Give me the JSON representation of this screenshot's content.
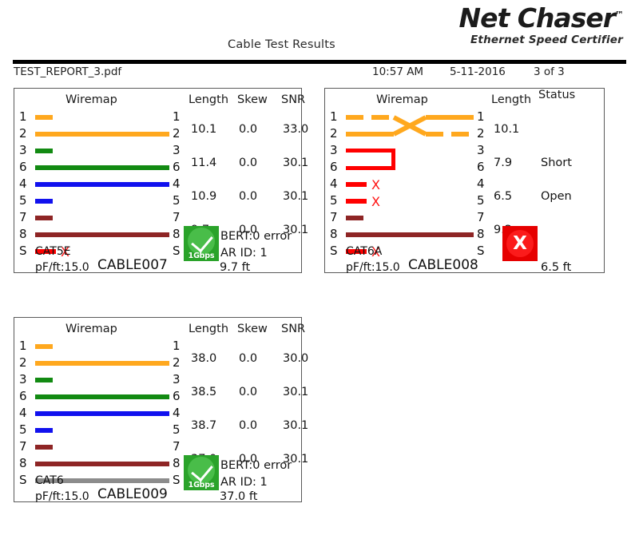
{
  "header": {
    "report_title": "Cable Test Results",
    "brand_name": "Net Chaser",
    "brand_tm": "™",
    "brand_sub": "Ethernet Speed Certifier",
    "file_name": "TEST_REPORT_3.pdf",
    "time": "10:57 AM",
    "date": "5-11-2016",
    "page": "3 of 3"
  },
  "colors": {
    "orange": "#FFA81E",
    "green": "#128A12",
    "blue": "#1111EE",
    "brown": "#8E2525",
    "gray": "#8C8C8C",
    "red": "#FF0000",
    "pass_green": "#2AA32A",
    "fail_red": "#E60000",
    "rule_black": "#000000"
  },
  "cards": [
    {
      "id": "card-0",
      "columns": [
        "Wiremap",
        "Length",
        "Skew",
        "SNR"
      ],
      "wires": [
        {
          "pin": "1",
          "color": "orange",
          "style": "dash",
          "kind": "line"
        },
        {
          "pin": "2",
          "color": "orange",
          "style": "solid",
          "kind": "line"
        },
        {
          "pin": "3",
          "color": "green",
          "style": "dash",
          "kind": "line"
        },
        {
          "pin": "6",
          "color": "green",
          "style": "solid",
          "kind": "line"
        },
        {
          "pin": "4",
          "color": "blue",
          "style": "solid",
          "kind": "line"
        },
        {
          "pin": "5",
          "color": "blue",
          "style": "dash",
          "kind": "line"
        },
        {
          "pin": "7",
          "color": "brown",
          "style": "dash",
          "kind": "line"
        },
        {
          "pin": "8",
          "color": "brown",
          "style": "solid",
          "kind": "line"
        },
        {
          "pin": "S",
          "color": "red",
          "style": "stub",
          "kind": "open"
        }
      ],
      "pairs": [
        {
          "length": "10.1",
          "skew": "0.0",
          "snr": "33.0",
          "status": ""
        },
        {
          "length": "11.4",
          "skew": "0.0",
          "snr": "30.1",
          "status": ""
        },
        {
          "length": "10.9",
          "skew": "0.0",
          "snr": "30.1",
          "status": ""
        },
        {
          "length": "9.7",
          "skew": "0.0",
          "snr": "30.1",
          "status": ""
        }
      ],
      "cable_type": "CAT5E",
      "pf_ft": "pF/ft:15.0",
      "cable_name": "CABLE007",
      "result": "pass",
      "speed": "1Gbps",
      "bert": "BERT:0 error",
      "ar_id": "AR ID: 1",
      "total_length": "9.7 ft"
    },
    {
      "id": "card-1",
      "columns": [
        "Wiremap",
        "Length",
        "Status"
      ],
      "wires": [
        {
          "pin": "1",
          "color": "orange",
          "style": "cross-down",
          "kind": "cross"
        },
        {
          "pin": "2",
          "color": "orange",
          "style": "cross-up",
          "kind": "cross"
        },
        {
          "pin": "3",
          "color": "red",
          "style": "short-top",
          "kind": "short"
        },
        {
          "pin": "6",
          "color": "red",
          "style": "short-bot",
          "kind": "short"
        },
        {
          "pin": "4",
          "color": "red",
          "style": "stub",
          "kind": "open"
        },
        {
          "pin": "5",
          "color": "red",
          "style": "stub",
          "kind": "open"
        },
        {
          "pin": "7",
          "color": "brown",
          "style": "dash",
          "kind": "line"
        },
        {
          "pin": "8",
          "color": "brown",
          "style": "solid",
          "kind": "line"
        },
        {
          "pin": "S",
          "color": "red",
          "style": "stub",
          "kind": "open"
        }
      ],
      "pairs": [
        {
          "length": "10.1",
          "skew": "",
          "snr": "",
          "status": ""
        },
        {
          "length": "7.9",
          "skew": "",
          "snr": "",
          "status": "Short"
        },
        {
          "length": "6.5",
          "skew": "",
          "snr": "",
          "status": "Open"
        },
        {
          "length": "9.2",
          "skew": "",
          "snr": "",
          "status": ""
        }
      ],
      "cable_type": "CAT6A",
      "pf_ft": "pF/ft:15.0",
      "cable_name": "CABLE008",
      "result": "fail",
      "speed": "",
      "bert": "",
      "ar_id": "",
      "total_length": "6.5 ft"
    },
    {
      "id": "card-2",
      "columns": [
        "Wiremap",
        "Length",
        "Skew",
        "SNR"
      ],
      "wires": [
        {
          "pin": "1",
          "color": "orange",
          "style": "dash",
          "kind": "line"
        },
        {
          "pin": "2",
          "color": "orange",
          "style": "solid",
          "kind": "line"
        },
        {
          "pin": "3",
          "color": "green",
          "style": "dash",
          "kind": "line"
        },
        {
          "pin": "6",
          "color": "green",
          "style": "solid",
          "kind": "line"
        },
        {
          "pin": "4",
          "color": "blue",
          "style": "solid",
          "kind": "line"
        },
        {
          "pin": "5",
          "color": "blue",
          "style": "dash",
          "kind": "line"
        },
        {
          "pin": "7",
          "color": "brown",
          "style": "dash",
          "kind": "line"
        },
        {
          "pin": "8",
          "color": "brown",
          "style": "solid",
          "kind": "line"
        },
        {
          "pin": "S",
          "color": "gray",
          "style": "solid",
          "kind": "line"
        }
      ],
      "pairs": [
        {
          "length": "38.0",
          "skew": "0.0",
          "snr": "30.0",
          "status": ""
        },
        {
          "length": "38.5",
          "skew": "0.0",
          "snr": "30.1",
          "status": ""
        },
        {
          "length": "38.7",
          "skew": "0.0",
          "snr": "30.1",
          "status": ""
        },
        {
          "length": "37.0",
          "skew": "0.0",
          "snr": "30.1",
          "status": ""
        }
      ],
      "cable_type": "CAT6",
      "pf_ft": "pF/ft:15.0",
      "cable_name": "CABLE009",
      "result": "pass",
      "speed": "1Gbps",
      "bert": "BERT:0 error",
      "ar_id": "AR ID: 1",
      "total_length": "37.0 ft"
    }
  ]
}
